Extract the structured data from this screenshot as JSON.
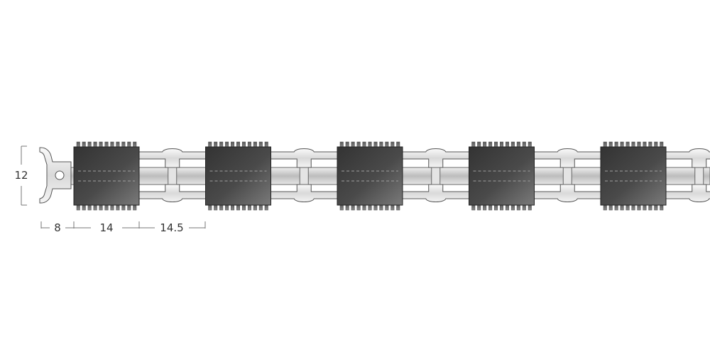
{
  "dimensions": {
    "height": "12",
    "edge": "8",
    "insert": "14",
    "gap": "14.5"
  },
  "colors": {
    "background": "#ffffff",
    "insert_dark": "#3a3a3a",
    "insert_light": "#6e6e6e",
    "profile_light": "#f2f2f2",
    "profile_mid": "#cfcfcf",
    "profile_outline": "#555555",
    "dimension_line": "#777777",
    "dashed_line": "#9a9a9a"
  },
  "structure": {
    "insert_count": 5,
    "teeth_per_side": 11
  }
}
